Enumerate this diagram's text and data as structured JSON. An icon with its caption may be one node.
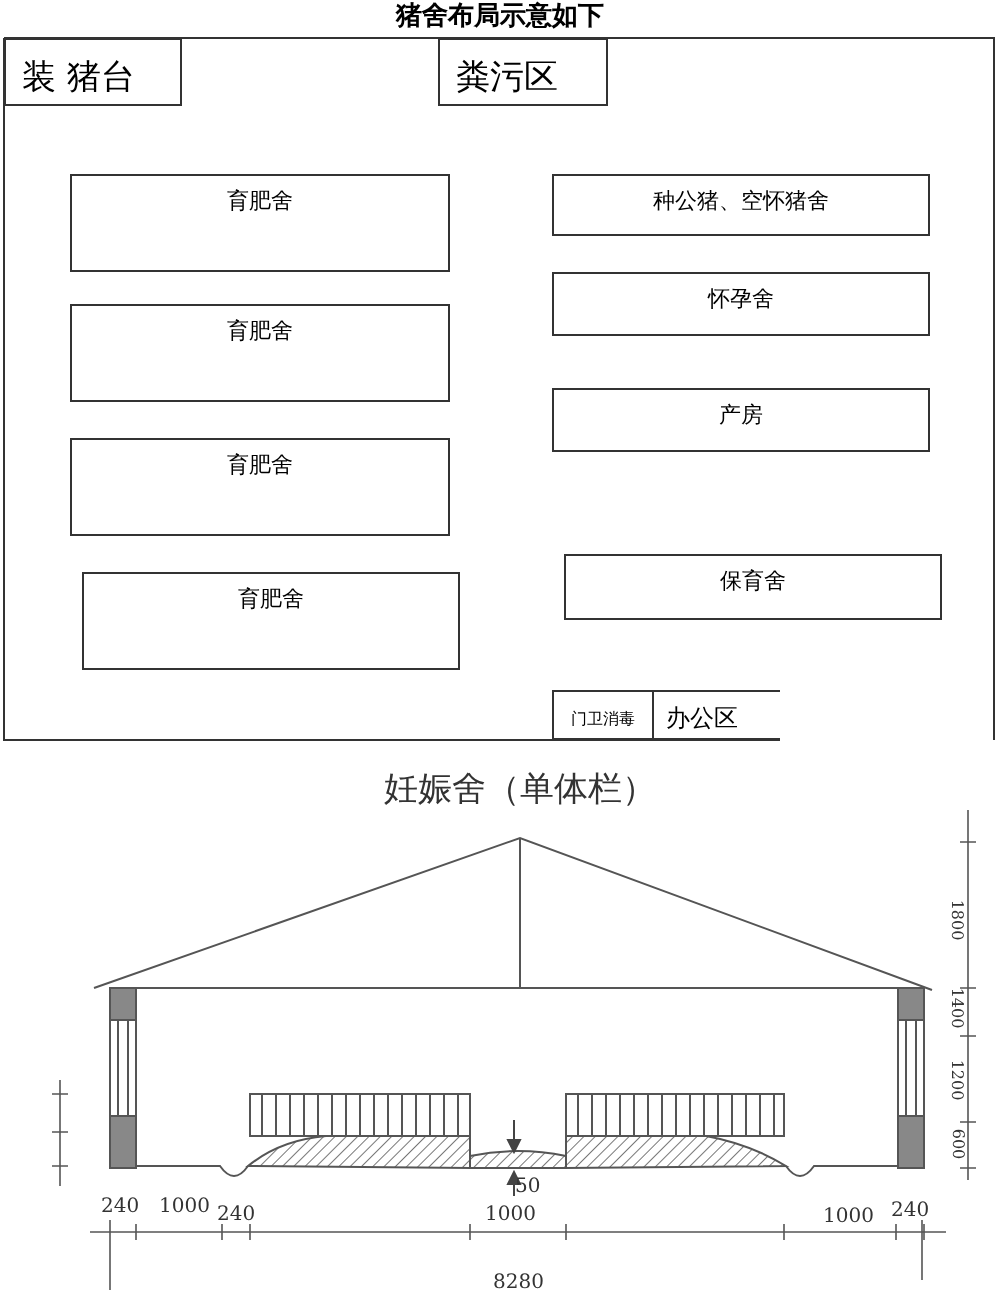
{
  "diagram": {
    "title": "猪舍布局示意如下",
    "nodes": [
      {
        "text": [
          "装 猪台"
        ]
      },
      {
        "text": [
          "粪污区"
        ]
      },
      {
        "text": [
          "育肥舍"
        ]
      },
      {
        "text": [
          "育肥舍"
        ]
      },
      {
        "text": [
          "育肥舍"
        ]
      },
      {
        "text": [
          "育肥舍"
        ]
      },
      {
        "text": [
          "种公猪、空怀猪舍"
        ]
      },
      {
        "text": [
          "怀孕舍"
        ]
      },
      {
        "text": [
          "产房"
        ]
      },
      {
        "text": [
          "保育舍"
        ]
      },
      {
        "text": [
          "门卫消毒"
        ]
      },
      {
        "text": [
          "办公区"
        ]
      }
    ],
    "labels": [
      "妊娠舍（单体栏）",
      "1800",
      "1400",
      "1200",
      "600",
      "50",
      "240",
      "1000",
      "240",
      "1000",
      "1000",
      "240",
      "8280"
    ]
  }
}
